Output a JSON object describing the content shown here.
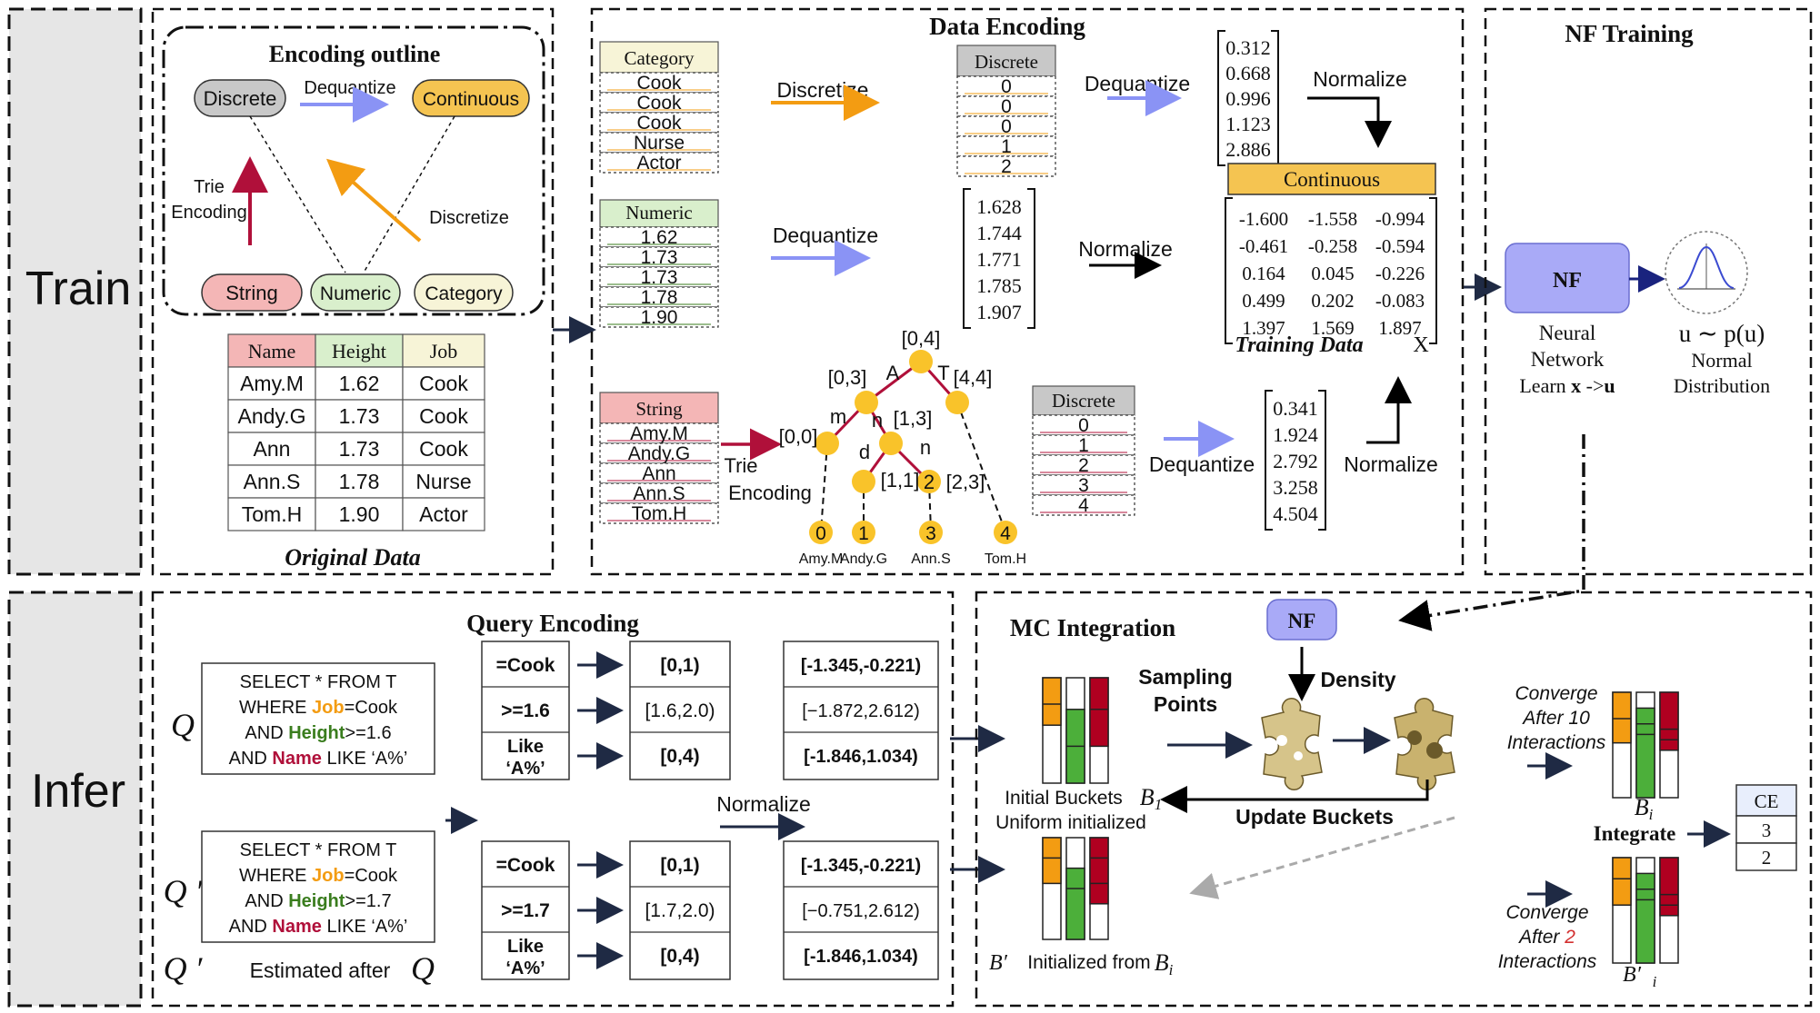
{
  "colors": {
    "discrete_fill": "#c8c8c8",
    "continuous_fill": "#f5c451",
    "string_fill": "#f4b6b6",
    "numeric_fill": "#d9efcc",
    "category_fill": "#f7f4d7",
    "orange": "#f39c12",
    "green": "#3a7d1e",
    "red": "#b0103a",
    "blue_arrow": "#8a93f5",
    "nf_fill": "#a9aaf7",
    "node_fill": "#f9c32a",
    "cyan_cell": "#e8eefc"
  },
  "sections": {
    "train": "Train",
    "infer": "Infer"
  },
  "outline": {
    "title": "Encoding outline",
    "discrete": "Discrete",
    "continuous": "Continuous",
    "dequantize": "Dequantize",
    "trie": "Trie",
    "encoding": "Encoding",
    "discretize": "Discretize",
    "string": "String",
    "numeric": "Numeric",
    "category": "Category"
  },
  "original": {
    "caption": "Original Data",
    "headers": [
      "Name",
      "Height",
      "Job"
    ],
    "rows": [
      [
        "Amy.M",
        "1.62",
        "Cook"
      ],
      [
        "Andy.G",
        "1.73",
        "Cook"
      ],
      [
        "Ann",
        "1.73",
        "Cook"
      ],
      [
        "Ann.S",
        "1.78",
        "Nurse"
      ],
      [
        "Tom.H",
        "1.90",
        "Actor"
      ]
    ]
  },
  "data_encoding": {
    "title": "Data Encoding",
    "category_header": "Category",
    "category_values": [
      "Cook",
      "Cook",
      "Cook",
      "Nurse",
      "Actor"
    ],
    "discretize": "Discretize",
    "discrete_header": "Discrete",
    "discrete_values": [
      "0",
      "0",
      "0",
      "1",
      "2"
    ],
    "dequantize": "Dequantize",
    "cat_vector": [
      "0.312",
      "0.668",
      "0.996",
      "1.123",
      "2.886"
    ],
    "normalize": "Normalize",
    "numeric_header": "Numeric",
    "numeric_values": [
      "1.62",
      "1.73",
      "1.73",
      "1.78",
      "1.90"
    ],
    "num_vector": [
      "1.628",
      "1.744",
      "1.771",
      "1.785",
      "1.907"
    ],
    "string_header": "String",
    "string_values": [
      "Amy.M",
      "Andy.G",
      "Ann",
      "Ann.S",
      "Tom.H"
    ],
    "trie": "Trie",
    "encoding": "Encoding",
    "trie_ranges": {
      "root": "[0,4]",
      "l1": "[0,3]",
      "r1": "[4,4]",
      "l2": "[0,0]",
      "m2": "[1,3]",
      "n3a": "[1,1]",
      "n3b": "[2,3]"
    },
    "trie_edges": {
      "A": "A",
      "T": "T",
      "m": "m",
      "n1": "n",
      "d": "d",
      "n2": "n"
    },
    "leaf_ids": [
      "0",
      "1",
      "2",
      "3",
      "4"
    ],
    "leaf_names": [
      "Amy.M",
      "Andy.G",
      "Ann.S",
      "Tom.H"
    ],
    "str_discrete_header": "Discrete",
    "str_discrete_values": [
      "0",
      "1",
      "2",
      "3",
      "4"
    ],
    "str_vector": [
      "0.341",
      "1.924",
      "2.792",
      "3.258",
      "4.504"
    ],
    "continuous_header": "Continuous",
    "matrix": [
      [
        "-1.600",
        "-1.558",
        "-0.994"
      ],
      [
        "-0.461",
        "-0.258",
        "-0.594"
      ],
      [
        "0.164",
        "0.045",
        "-0.226"
      ],
      [
        "0.499",
        "0.202",
        "-0.083"
      ],
      [
        "1.397",
        "1.569",
        "1.897"
      ]
    ],
    "training_data": "Training Data",
    "x_symbol": "X"
  },
  "nf_training": {
    "title": "NF Training",
    "nf": "NF",
    "neural": "Neural",
    "network": "Network",
    "learn": "Learn ",
    "learn_x": "x",
    "learn_arrow": " ->",
    "learn_u": "u",
    "u_dist": "u ∼ p(u)",
    "normal": "Normal",
    "distribution": "Distribution"
  },
  "query_encoding": {
    "title": "Query Encoding",
    "q_label": "Q",
    "q2_label": "Q ′",
    "q_sql": {
      "line1": "SELECT * FROM T",
      "where": "WHERE ",
      "job": "Job",
      "eq": "=Cook",
      "and1": "AND ",
      "height": "Height",
      "ge1": ">=1.6",
      "and2": "AND ",
      "name": "Name",
      "like": " LIKE ‘A%’"
    },
    "q2_sql": {
      "ge": ">=1.7"
    },
    "q_preds": [
      "=Cook",
      ">=1.6",
      "Like",
      "‘A%’"
    ],
    "q2_preds": [
      "=Cook",
      ">=1.7",
      "Like",
      "‘A%’"
    ],
    "q_ranges": [
      "[0,1)",
      "[1.6,2.0)",
      "[0,4)"
    ],
    "q2_ranges": [
      "[0,1)",
      "[1.7,2.0)",
      "[0,4)"
    ],
    "q_norm": [
      "[-1.345,-0.221)",
      "[−1.872,2.612)",
      "[-1.846,1.034)"
    ],
    "q2_norm": [
      "[-1.345,-0.221)",
      "[−0.751,2.612)",
      "[-1.846,1.034)"
    ],
    "normalize": "Normalize",
    "estimated": "Estimated after"
  },
  "mc": {
    "title": "MC Integration",
    "nf": "NF",
    "sampling": "Sampling",
    "points": "Points",
    "density": "Density",
    "initial_buckets": "Initial Buckets",
    "b1": "B",
    "b1_sub": "1",
    "uniform": "Uniform initialized",
    "update": "Update Buckets",
    "b1p_init": "Initialized from",
    "bi": "B",
    "bi_sub": "i",
    "converge": "Converge",
    "after10": "After 10",
    "interactions": "Interactions",
    "after": "After ",
    "two": "2",
    "integrate": "Integrate",
    "ce_header": "CE",
    "ce_values": [
      "3",
      "2"
    ]
  }
}
